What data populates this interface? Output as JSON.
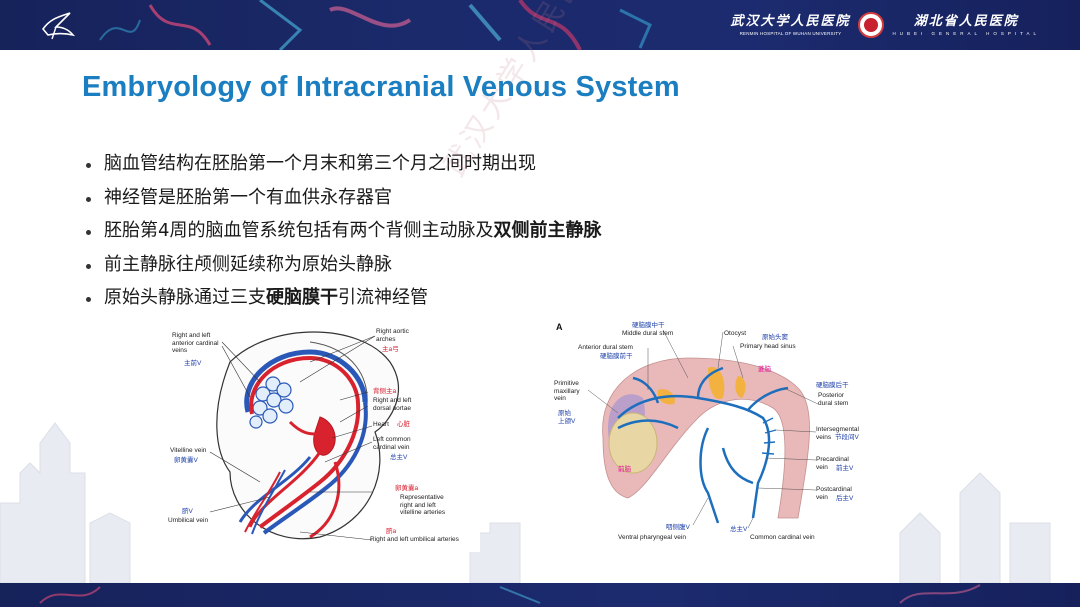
{
  "header": {
    "left_hospital_cn": "武汉大学人民医院",
    "left_hospital_en": "RENMIN HOSPITAL OF WUHAN UNIVERSITY",
    "right_hospital_cn": "湖北省人民医院",
    "right_hospital_en": "HUBEI GENERAL HOSPITAL"
  },
  "title": "Embryology of Intracranial Venous System",
  "bullets": [
    {
      "text": "脑血管结构在胚胎第一个月末和第三个月之间时期出现",
      "bold": ""
    },
    {
      "text": "神经管是胚胎第一个有血供永存器官",
      "bold": ""
    },
    {
      "text": "胚胎第4周的脑血管系统包括有两个背侧主动脉及",
      "bold": "双侧前主静脉"
    },
    {
      "text": "前主静脉往颅侧延续称为原始头静脉",
      "bold": ""
    },
    {
      "text_pre": "原始头静脉通过三支",
      "bold": "硬脑膜干",
      "text_post": "引流神经管"
    }
  ],
  "watermark": "武汉大学人民医院放射科",
  "figure_left": {
    "labels": {
      "ant_cardinal_en": "Right and left\nanterior cardinal\nveins",
      "ant_cardinal_cn": "主前V",
      "aortic_arches_en": "Right aortic\narches",
      "aortic_arches_cn": "主a弓",
      "dorsal_aorta_cn": "背侧主a",
      "dorsal_aorta_en": "Right and left\ndorsal aortae",
      "heart_en": "Heart",
      "heart_cn": "心脏",
      "common_cardinal_en": "Left common\ncardinal vein",
      "common_cardinal_cn": "总主V",
      "vitelline_vein_en": "Vitelline vein",
      "vitelline_vein_cn": "卵黄囊V",
      "vitelline_art_cn": "卵黄囊a",
      "vitelline_art_en": "Representative\nright and left\nvitelline arteries",
      "umbilical_vein_cn": "脐V",
      "umbilical_vein_en": "Umbilical vein",
      "umbilical_art_cn": "脐a",
      "umbilical_art_en": "Right and left umbilical arteries"
    }
  },
  "figure_right": {
    "labels": {
      "panel": "A",
      "middle_dural_cn": "硬脑膜中干",
      "middle_dural_en": "Middle dural stem",
      "otocyst": "Otocyst",
      "primary_head_cn": "原始头窦",
      "primary_head_en": "Primary head sinus",
      "anterior_dural_en": "Anterior dural stem",
      "anterior_dural_cn": "硬脑膜前干",
      "hindbrain_cn": "菱脑",
      "posterior_dural_cn": "硬脑膜后干",
      "posterior_dural_en": "Posterior\ndural stem",
      "primitive_maxillary_en": "Primitive\nmaxillary\nvein",
      "primitive_maxillary_cn": "原始\n上颌V",
      "intersegmental_en": "Intersegmental\nveins",
      "intersegmental_cn": "节段间V",
      "precardinal_en": "Precardinal\nvein",
      "precardinal_cn": "前主V",
      "forebrain_cn": "前脑",
      "postcardinal_en": "Postcardinal\nvein",
      "postcardinal_cn": "后主V",
      "ventral_pharyngeal_cn": "咽侧腹V",
      "ventral_pharyngeal_en": "Ventral pharyngeal vein",
      "common_cardinal_cn": "总主V",
      "common_cardinal_en": "Common cardinal vein"
    }
  }
}
